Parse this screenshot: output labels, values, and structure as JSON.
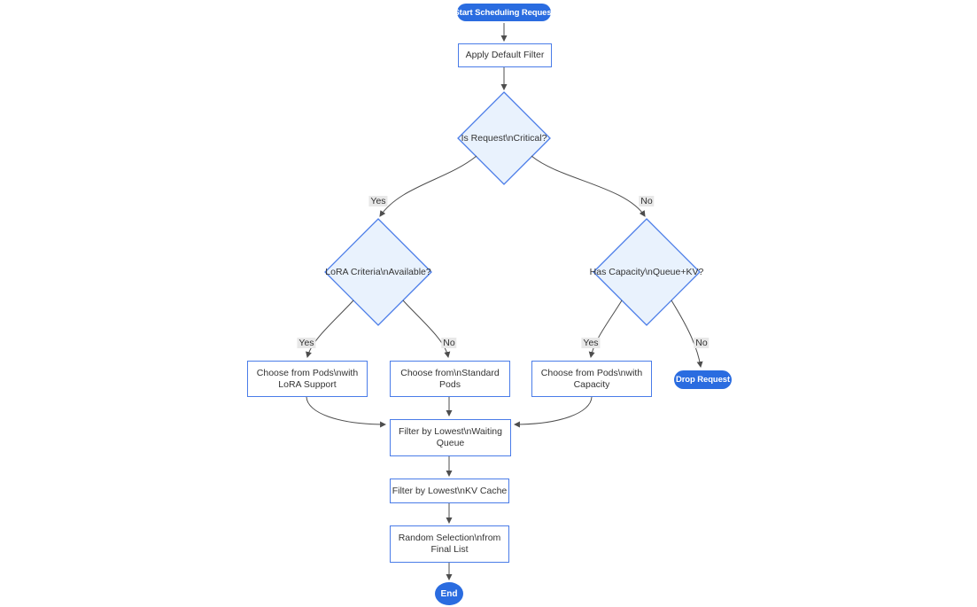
{
  "nodes": {
    "start": {
      "label": "Start Scheduling Request"
    },
    "apply_filter": {
      "label": "Apply Default Filter"
    },
    "is_critical": {
      "label": "Is Request\\nCritical?"
    },
    "lora_criteria": {
      "label": "LoRA Criteria\\nAvailable?"
    },
    "has_capacity": {
      "label": "Has Capacity\\nQueue+KV?"
    },
    "choose_lora": {
      "lines": [
        "Choose from Pods\\nwith",
        "LoRA Support"
      ]
    },
    "choose_standard": {
      "lines": [
        "Choose from\\nStandard",
        "Pods"
      ]
    },
    "choose_capacity": {
      "lines": [
        "Choose from Pods\\nwith",
        "Capacity"
      ]
    },
    "drop_request": {
      "label": "Drop Request"
    },
    "filter_queue": {
      "lines": [
        "Filter by Lowest\\nWaiting",
        "Queue"
      ]
    },
    "filter_kv": {
      "label": "Filter by Lowest\\nKV Cache"
    },
    "random_selection": {
      "lines": [
        "Random Selection\\nfrom",
        "Final List"
      ]
    },
    "end": {
      "label": "End"
    }
  },
  "edge_labels": {
    "critical_yes": "Yes",
    "critical_no": "No",
    "lora_yes": "Yes",
    "lora_no": "No",
    "capacity_yes": "Yes",
    "capacity_no": "No"
  },
  "colors": {
    "pill_fill": "#2a6ce0",
    "node_border": "#4a7ce8",
    "decision_fill": "#e9f2fd",
    "edge_stroke": "#4d4d4d",
    "edge_label_bg": "#e8e8e8",
    "text": "#333333"
  }
}
